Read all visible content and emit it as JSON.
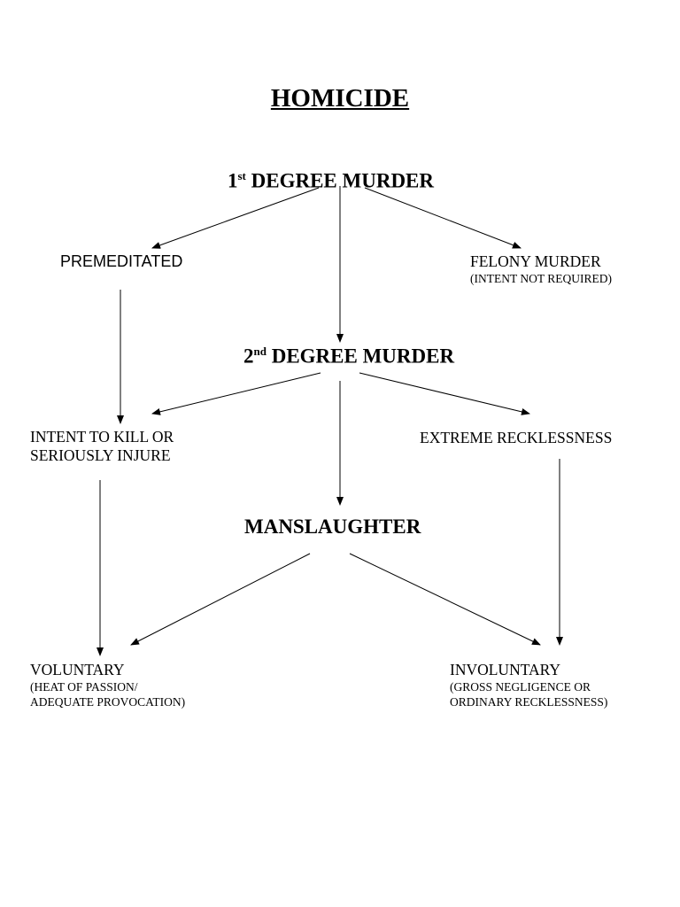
{
  "title": "HOMICIDE",
  "nodes": {
    "first_degree": {
      "num": "1",
      "sup": "st",
      "text": " DEGREE MURDER"
    },
    "premeditated": {
      "text": "PREMEDITATED"
    },
    "felony_murder": {
      "text": "FELONY MURDER",
      "note": "(INTENT NOT REQUIRED)"
    },
    "second_degree": {
      "num": "2",
      "sup": "nd",
      "text": " DEGREE MURDER"
    },
    "intent_to_kill": {
      "line1": "INTENT TO KILL OR",
      "line2": "SERIOUSLY INJURE"
    },
    "extreme_recklessness": {
      "text": "EXTREME RECKLESSNESS"
    },
    "manslaughter": {
      "text": "MANSLAUGHTER"
    },
    "voluntary": {
      "text": "VOLUNTARY",
      "note1": "(HEAT OF PASSION/",
      "note2": "ADEQUATE PROVOCATION)"
    },
    "involuntary": {
      "text": "INVOLUNTARY",
      "note1": "(GROSS NEGLIGENCE OR",
      "note2": "ORDINARY RECKLESSNESS)"
    }
  },
  "edges": [
    {
      "from": "first_degree",
      "to": "premeditated"
    },
    {
      "from": "first_degree",
      "to": "second_degree"
    },
    {
      "from": "first_degree",
      "to": "felony_murder"
    },
    {
      "from": "premeditated",
      "to": "intent_to_kill"
    },
    {
      "from": "second_degree",
      "to": "intent_to_kill"
    },
    {
      "from": "second_degree",
      "to": "manslaughter"
    },
    {
      "from": "second_degree",
      "to": "extreme_recklessness"
    },
    {
      "from": "intent_to_kill",
      "to": "voluntary"
    },
    {
      "from": "manslaughter",
      "to": "voluntary"
    },
    {
      "from": "manslaughter",
      "to": "involuntary"
    },
    {
      "from": "extreme_recklessness",
      "to": "involuntary"
    }
  ]
}
